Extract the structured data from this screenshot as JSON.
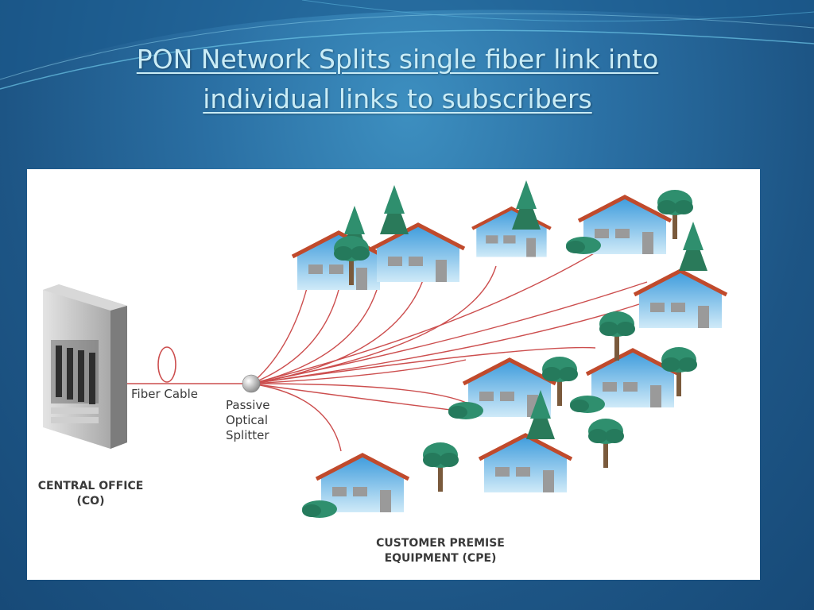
{
  "slide": {
    "title_line1": "PON Network Splits single fiber link into",
    "title_line2": "individual links to subscribers"
  },
  "diagram": {
    "labels": {
      "fiber_cable": "Fiber Cable",
      "splitter_line1": "Passive",
      "splitter_line2": "Optical",
      "splitter_line3": "Splitter",
      "co_line1": "CENTRAL OFFICE",
      "co_line2": "(CO)",
      "cpe_line1": "CUSTOMER PREMISE",
      "cpe_line2": "EQUIPMENT (CPE)"
    },
    "colors": {
      "fiber": "#cc4e4e",
      "roof": "#c04a2c",
      "house_wall": "#5ab0e6",
      "tree": "#2f8f6e",
      "background": "#1f5f93"
    }
  }
}
